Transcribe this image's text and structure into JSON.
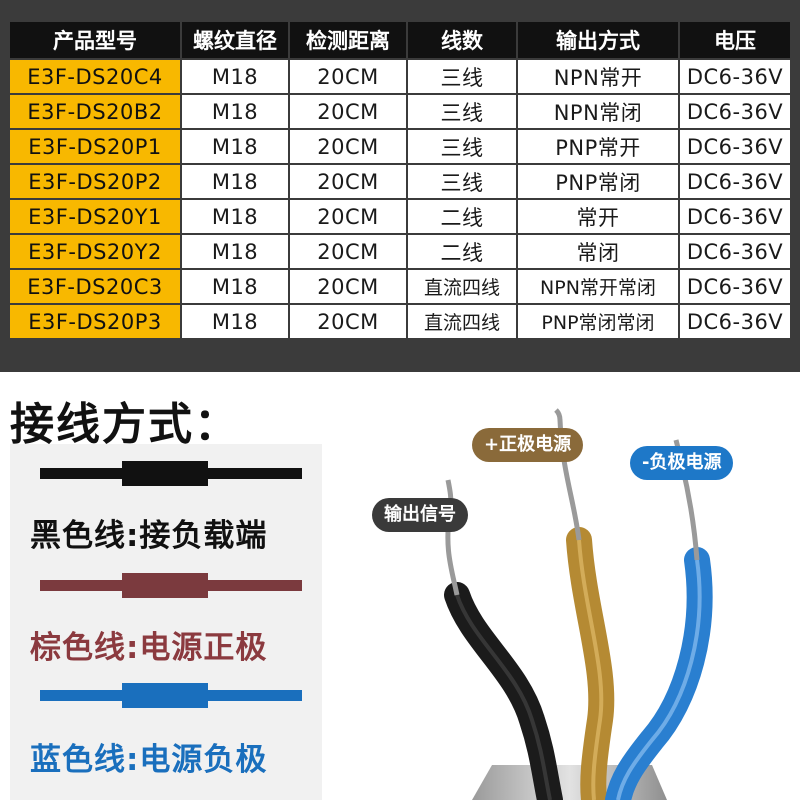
{
  "table": {
    "headers": [
      "产品型号",
      "螺纹直径",
      "检测距离",
      "线数",
      "输出方式",
      "电压"
    ],
    "rows": [
      [
        "E3F-DS20C4",
        "M18",
        "20CM",
        "三线",
        "NPN常开",
        "DC6-36V"
      ],
      [
        "E3F-DS20B2",
        "M18",
        "20CM",
        "三线",
        "NPN常闭",
        "DC6-36V"
      ],
      [
        "E3F-DS20P1",
        "M18",
        "20CM",
        "三线",
        "PNP常开",
        "DC6-36V"
      ],
      [
        "E3F-DS20P2",
        "M18",
        "20CM",
        "三线",
        "PNP常闭",
        "DC6-36V"
      ],
      [
        "E3F-DS20Y1",
        "M18",
        "20CM",
        "二线",
        "常开",
        "DC6-36V"
      ],
      [
        "E3F-DS20Y2",
        "M18",
        "20CM",
        "二线",
        "常闭",
        "DC6-36V"
      ],
      [
        "E3F-DS20C3",
        "M18",
        "20CM",
        "直流四线",
        "NPN常开常闭",
        "DC6-36V"
      ],
      [
        "E3F-DS20P3",
        "M18",
        "20CM",
        "直流四线",
        "PNP常闭常闭",
        "DC6-36V"
      ]
    ]
  },
  "wiring": {
    "title": "接线方式：",
    "legend": [
      {
        "label": "黑色线:接负载端",
        "wire_color": "#111111",
        "text_color": "#111111"
      },
      {
        "label": "棕色线:电源正极",
        "wire_color": "#7b3a3e",
        "text_color": "#8b3a3f"
      },
      {
        "label": "蓝色线:电源负极",
        "wire_color": "#1a6fbd",
        "text_color": "#1a6fbd"
      }
    ],
    "cable_tags": [
      {
        "label": "输出信号",
        "bg": "#3a3a3a"
      },
      {
        "label": "+正极电源",
        "bg": "#8a6a3a"
      },
      {
        "label": "-负极电源",
        "bg": "#1e78c8"
      }
    ]
  },
  "colors": {
    "header_bg": "#111111",
    "model_cell_bg": "#f8b800",
    "table_frame_bg": "#3b3b3b"
  }
}
